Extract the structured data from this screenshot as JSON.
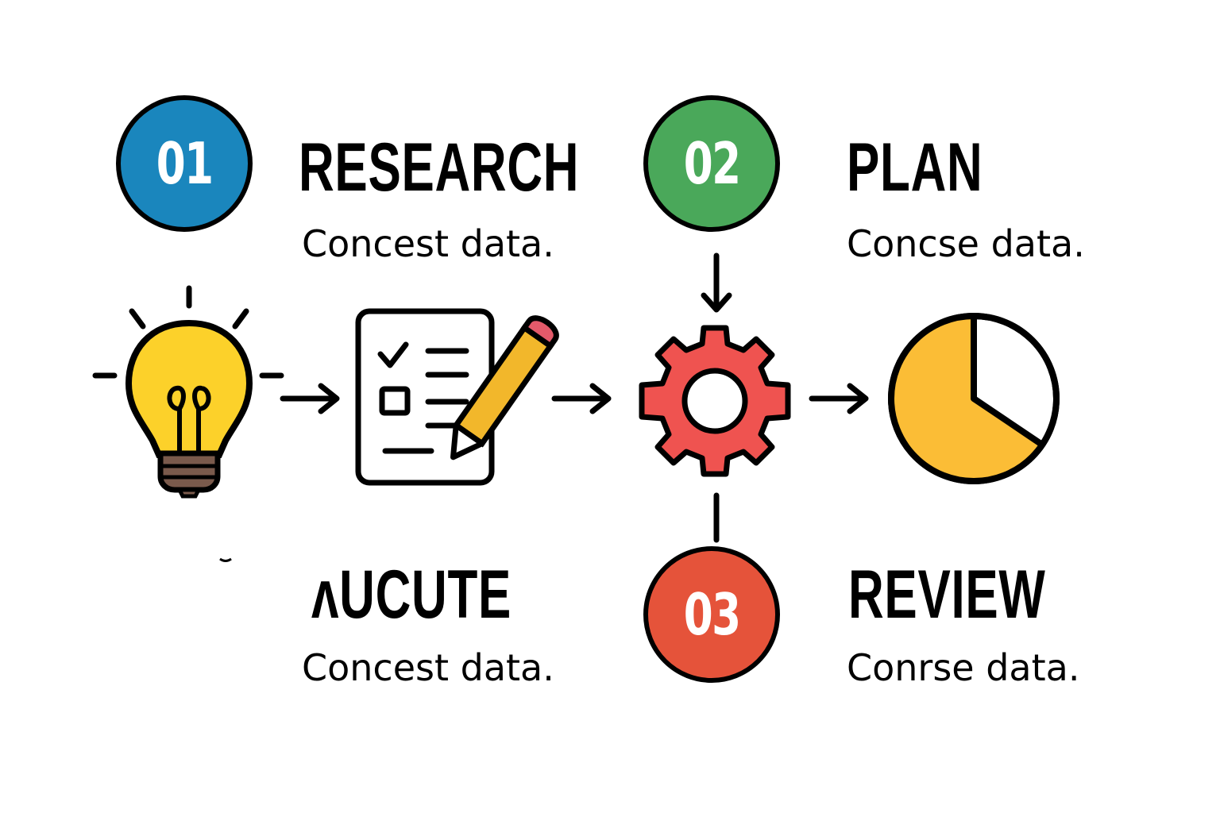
{
  "steps": [
    {
      "number": "01",
      "title": "RESEARCH",
      "description": "Concest data.",
      "color": "#1a86bd"
    },
    {
      "number": "02",
      "title": "PLAN",
      "description": "Concse data.",
      "color": "#4aa85a"
    },
    {
      "number": "03",
      "title": "REVIEW",
      "description": "Conrse data.",
      "color": "#e5533a"
    }
  ],
  "execute": {
    "title": "ʌUCUTE",
    "description": "Concest data."
  },
  "icons": {
    "lightbulb": {
      "name": "lightbulb-icon",
      "fill": "#fcd12a",
      "base": "#7a5a4c"
    },
    "checklist": {
      "name": "checklist-pencil-icon",
      "pencil": "#f2b72b",
      "eraser": "#e35a6a"
    },
    "gear": {
      "name": "gear-icon",
      "fill": "#ef5350"
    },
    "pie": {
      "name": "pie-chart-icon",
      "fill": "#fbbd36"
    }
  }
}
